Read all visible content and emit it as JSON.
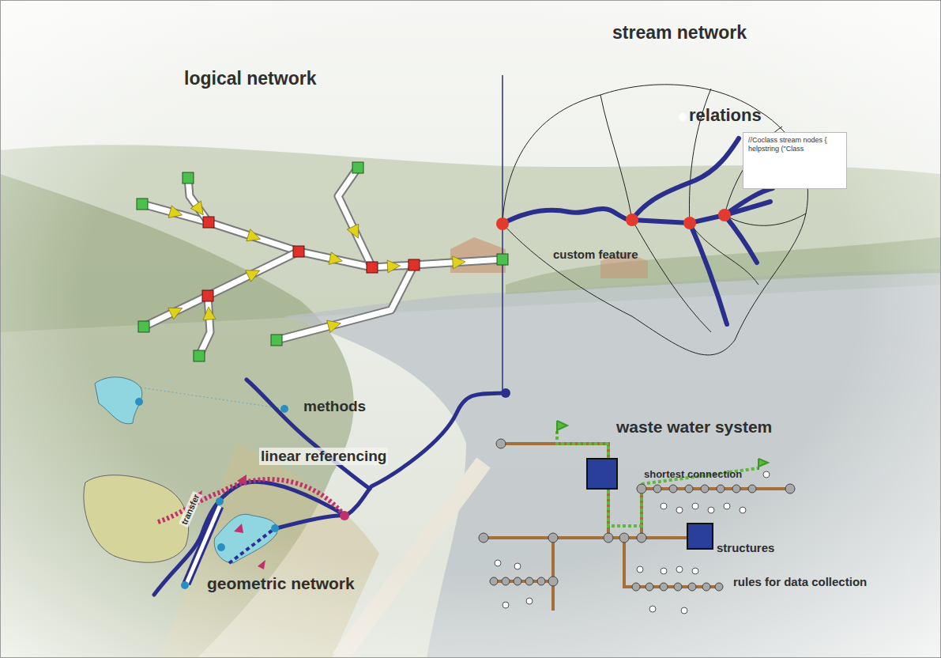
{
  "diagram": {
    "nodes": [
      {
        "text": [
          "//Coclass stream nodes { helpstring (\"Class"
        ]
      }
    ],
    "labels": [
      "logical network",
      "stream network",
      "relations",
      "custom feature",
      "methods",
      "linear referencing",
      "transfer",
      "geometric network",
      "waste water system",
      "shortest connection",
      "structures",
      "rules for data collection"
    ]
  }
}
